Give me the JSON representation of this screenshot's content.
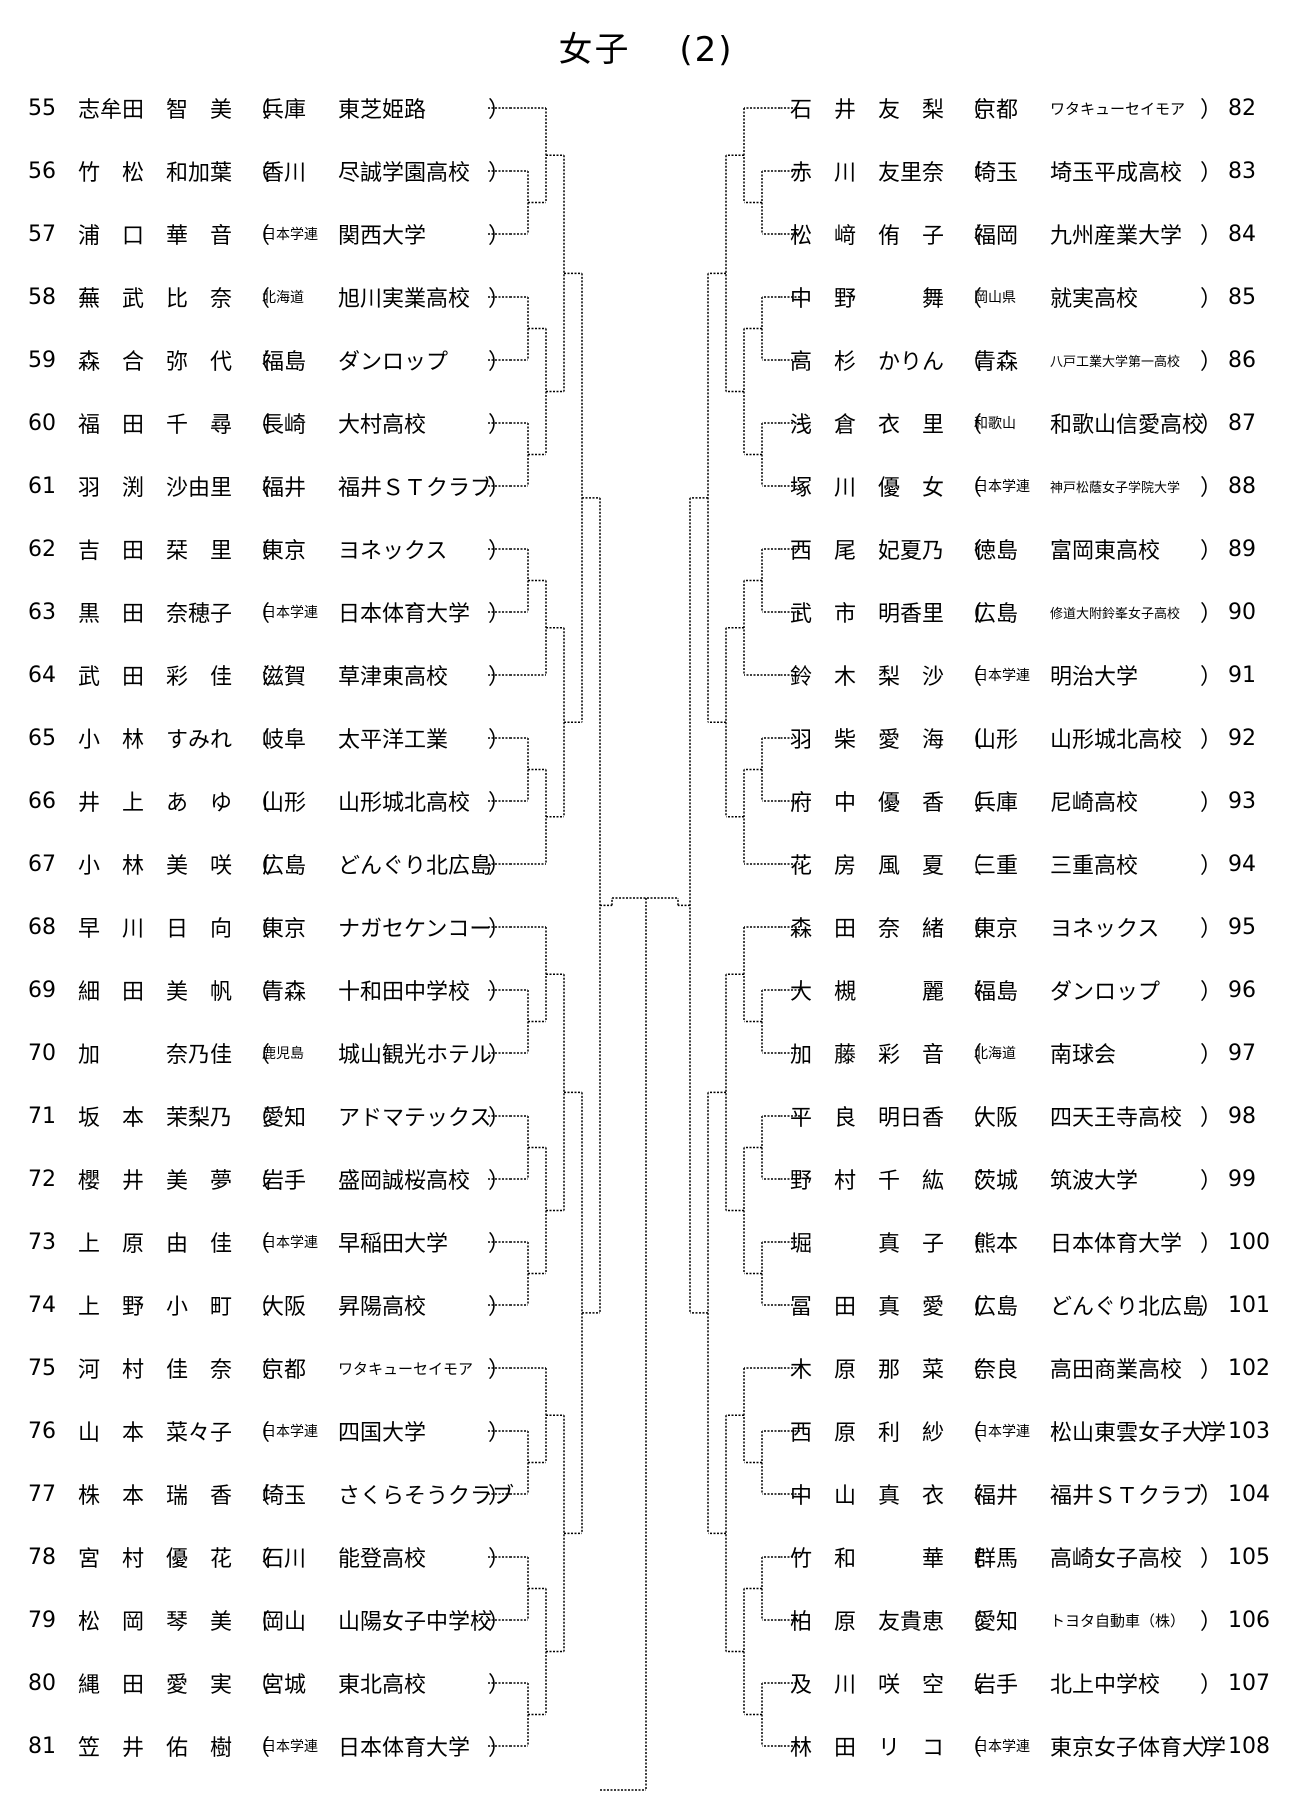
{
  "title": "女子　 (2)",
  "left_players": [
    {
      "num": "55",
      "name": "志牟田　智　美",
      "pref": "兵庫",
      "team": "東芝姫路"
    },
    {
      "num": "56",
      "name": "竹　松　和加葉",
      "pref": "香川",
      "team": "尽誠学園高校"
    },
    {
      "num": "57",
      "name": "浦　口　華　音",
      "pref": "日本学連",
      "team": "関西大学"
    },
    {
      "num": "58",
      "name": "蕪　武　比　奈",
      "pref": "北海道",
      "team": "旭川実業高校"
    },
    {
      "num": "59",
      "name": "森　合　弥　代",
      "pref": "福島",
      "team": "ダンロップ"
    },
    {
      "num": "60",
      "name": "福　田　千　尋",
      "pref": "長崎",
      "team": "大村高校"
    },
    {
      "num": "61",
      "name": "羽　渕　沙由里",
      "pref": "福井",
      "team": "福井ＳＴクラブ"
    },
    {
      "num": "62",
      "name": "吉　田　栞　里",
      "pref": "東京",
      "team": "ヨネックス"
    },
    {
      "num": "63",
      "name": "黒　田　奈穂子",
      "pref": "日本学連",
      "team": "日本体育大学"
    },
    {
      "num": "64",
      "name": "武　田　彩　佳",
      "pref": "滋賀",
      "team": "草津東高校"
    },
    {
      "num": "65",
      "name": "小　林　すみれ",
      "pref": "岐阜",
      "team": "太平洋工業"
    },
    {
      "num": "66",
      "name": "井　上　あ　ゆ",
      "pref": "山形",
      "team": "山形城北高校"
    },
    {
      "num": "67",
      "name": "小　林　美　咲",
      "pref": "広島",
      "team": "どんぐり北広島"
    },
    {
      "num": "68",
      "name": "早　川　日　向",
      "pref": "東京",
      "team": "ナガセケンコー"
    },
    {
      "num": "69",
      "name": "細　田　美　帆",
      "pref": "青森",
      "team": "十和田中学校"
    },
    {
      "num": "70",
      "name": "加　　　奈乃佳",
      "pref": "鹿児島",
      "team": "城山観光ホテル"
    },
    {
      "num": "71",
      "name": "坂　本　茉梨乃",
      "pref": "愛知",
      "team": "アドマテックス"
    },
    {
      "num": "72",
      "name": "櫻　井　美　夢",
      "pref": "岩手",
      "team": "盛岡誠桜高校"
    },
    {
      "num": "73",
      "name": "上　原　由　佳",
      "pref": "日本学連",
      "team": "早稲田大学"
    },
    {
      "num": "74",
      "name": "上　野　小　町",
      "pref": "大阪",
      "team": "昇陽高校"
    },
    {
      "num": "75",
      "name": "河　村　佳　奈",
      "pref": "京都",
      "team": "ワタキューセイモア"
    },
    {
      "num": "76",
      "name": "山　本　菜々子",
      "pref": "日本学連",
      "team": "四国大学"
    },
    {
      "num": "77",
      "name": "株　本　瑞　香",
      "pref": "埼玉",
      "team": "さくらそうクラブ"
    },
    {
      "num": "78",
      "name": "宮　村　優　花",
      "pref": "石川",
      "team": "能登高校"
    },
    {
      "num": "79",
      "name": "松　岡　琴　美",
      "pref": "岡山",
      "team": "山陽女子中学校"
    },
    {
      "num": "80",
      "name": "縄　田　愛　実",
      "pref": "宮城",
      "team": "東北高校"
    },
    {
      "num": "81",
      "name": "笠　井　佑　樹",
      "pref": "日本学連",
      "team": "日本体育大学"
    }
  ],
  "right_players": [
    {
      "num": "82",
      "name": "石　井　友　梨",
      "pref": "京都",
      "team": "ワタキューセイモア"
    },
    {
      "num": "83",
      "name": "赤　川　友里奈",
      "pref": "埼玉",
      "team": "埼玉平成高校"
    },
    {
      "num": "84",
      "name": "松　﨑　侑　子",
      "pref": "福岡",
      "team": "九州産業大学"
    },
    {
      "num": "85",
      "name": "中　野　　　舞",
      "pref": "岡山県",
      "team": "就実高校"
    },
    {
      "num": "86",
      "name": "高　杉　かりん",
      "pref": "青森",
      "team": "八戸工業大学第一高校"
    },
    {
      "num": "87",
      "name": "浅　倉　衣　里",
      "pref": "和歌山",
      "team": "和歌山信愛高校"
    },
    {
      "num": "88",
      "name": "塚　川　優　女",
      "pref": "日本学連",
      "team": "神戸松蔭女子学院大学"
    },
    {
      "num": "89",
      "name": "西　尾　妃夏乃",
      "pref": "徳島",
      "team": "富岡東高校"
    },
    {
      "num": "90",
      "name": "武　市　明香里",
      "pref": "広島",
      "team": "修道大附鈴峯女子高校"
    },
    {
      "num": "91",
      "name": "鈴　木　梨　沙",
      "pref": "日本学連",
      "team": "明治大学"
    },
    {
      "num": "92",
      "name": "羽　柴　愛　海",
      "pref": "山形",
      "team": "山形城北高校"
    },
    {
      "num": "93",
      "name": "府　中　優　香",
      "pref": "兵庫",
      "team": "尼崎高校"
    },
    {
      "num": "94",
      "name": "花　房　風　夏",
      "pref": "三重",
      "team": "三重高校"
    },
    {
      "num": "95",
      "name": "森　田　奈　緒",
      "pref": "東京",
      "team": "ヨネックス"
    },
    {
      "num": "96",
      "name": "大　槻　　　麗",
      "pref": "福島",
      "team": "ダンロップ"
    },
    {
      "num": "97",
      "name": "加　藤　彩　音",
      "pref": "北海道",
      "team": "南球会"
    },
    {
      "num": "98",
      "name": "平　良　明日香",
      "pref": "大阪",
      "team": "四天王寺高校"
    },
    {
      "num": "99",
      "name": "野　村　千　紘",
      "pref": "茨城",
      "team": "筑波大学"
    },
    {
      "num": "100",
      "name": "堀　　　真　子",
      "pref": "熊本",
      "team": "日本体育大学"
    },
    {
      "num": "101",
      "name": "冨　田　真　愛",
      "pref": "広島",
      "team": "どんぐり北広島"
    },
    {
      "num": "102",
      "name": "木　原　那　菜",
      "pref": "奈良",
      "team": "高田商業高校"
    },
    {
      "num": "103",
      "name": "西　原　利　紗",
      "pref": "日本学連",
      "team": "松山東雲女子大学"
    },
    {
      "num": "104",
      "name": "中　山　真　衣",
      "pref": "福井",
      "team": "福井ＳＴクラブ"
    },
    {
      "num": "105",
      "name": "竹　和　　　華",
      "pref": "群馬",
      "team": "高崎女子高校"
    },
    {
      "num": "106",
      "name": "柏　原　友貴恵",
      "pref": "愛知",
      "team": "トヨタ自動車（株）"
    },
    {
      "num": "107",
      "name": "及　川　咲　空",
      "pref": "岩手",
      "team": "北上中学校"
    },
    {
      "num": "108",
      "name": "林　田　リ　コ",
      "pref": "日本学連",
      "team": "東京女子体育大学"
    }
  ],
  "colors": {
    "text": "#000000",
    "bracket": "#000000",
    "background": "#ffffff"
  }
}
